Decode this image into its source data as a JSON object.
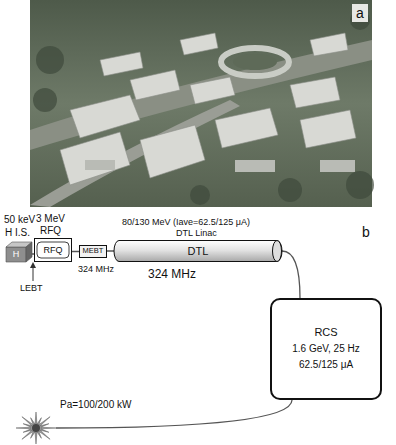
{
  "diagram": {
    "nodes": [
      {
        "text": [
          "50 keV",
          "H I.S.",
          "H"
        ]
      },
      {
        "text": [
          "3 MeV",
          "RFQ",
          "RFQ"
        ]
      },
      {
        "text": [
          "MEBT",
          "324 MHz"
        ]
      },
      {
        "text": [
          "80/130 MeV (Iave=62.5/125 μA)",
          "DTL Linac",
          "DTL",
          "324 MHz"
        ]
      },
      {
        "text": [
          "RCS",
          "1.6 GeV, 25 Hz",
          "62.5/125 μA"
        ]
      },
      {
        "text": [
          "Pa=100/200 kW"
        ]
      }
    ],
    "edges": [
      {
        "from": 0,
        "to": 1,
        "arrow": "none"
      },
      {
        "from": 1,
        "to": 2,
        "arrow": "none"
      },
      {
        "from": 2,
        "to": 3,
        "arrow": "none"
      },
      {
        "from": 3,
        "to": 4,
        "arrow": "none"
      },
      {
        "from": 4,
        "to": 5,
        "arrow": "none"
      }
    ],
    "labels": [
      "a",
      "b",
      "LEBT"
    ]
  }
}
